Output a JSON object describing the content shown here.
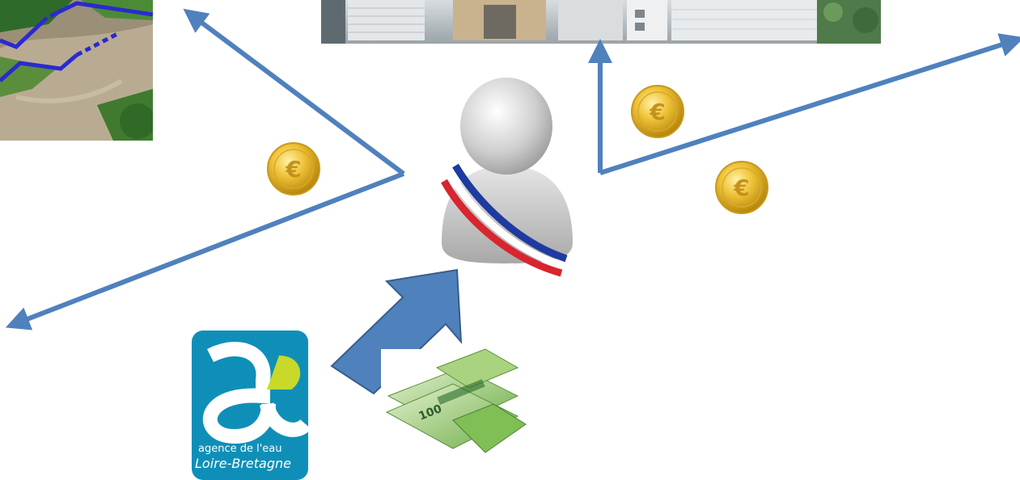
{
  "diagram": {
    "logo": {
      "line1": "agence de l'eau",
      "line2": "Loire-Bretagne",
      "colors": {
        "background": "#0f8fb8",
        "accent": "#c8d92a",
        "text": "#ffffff"
      }
    },
    "photos": {
      "garden": "garden-photo",
      "house": "house-photo",
      "banknotes": "euro-banknotes-photo"
    },
    "icons": {
      "mayor": "mayor-avatar-with-tricolor-sash",
      "coin": "euro-coin-icon"
    },
    "colors": {
      "arrow": "#4f81bd",
      "arrow_outline": "#385d8a",
      "coin_gold": "#e8b820",
      "sash_blue": "#1f3aa0",
      "sash_red": "#d8252f"
    }
  }
}
